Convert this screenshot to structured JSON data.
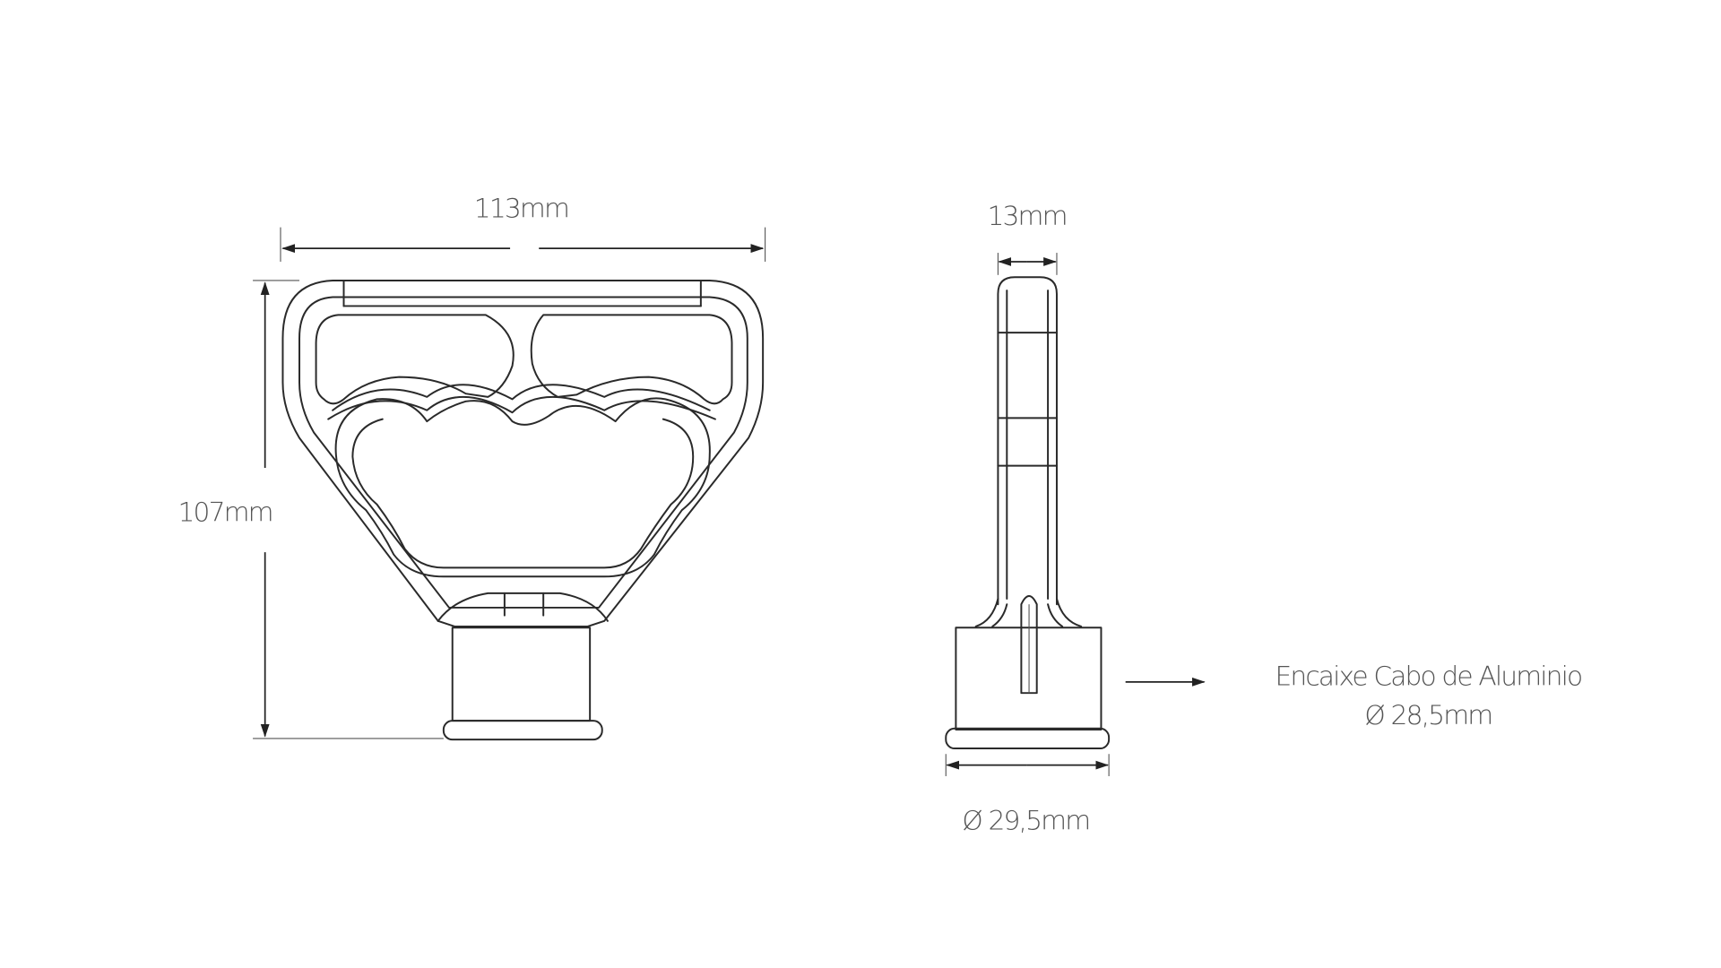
{
  "front_view": {
    "width_label": "113mm",
    "height_label": "107mm"
  },
  "side_view": {
    "thickness_label": "13mm",
    "base_diameter_label": "Ø 29,5mm",
    "callout": {
      "line1": "Encaixe Cabo de Aluminio",
      "line2": "Ø 28,5mm"
    }
  },
  "colors": {
    "line": "#2a2a2a",
    "text": "#555555"
  }
}
